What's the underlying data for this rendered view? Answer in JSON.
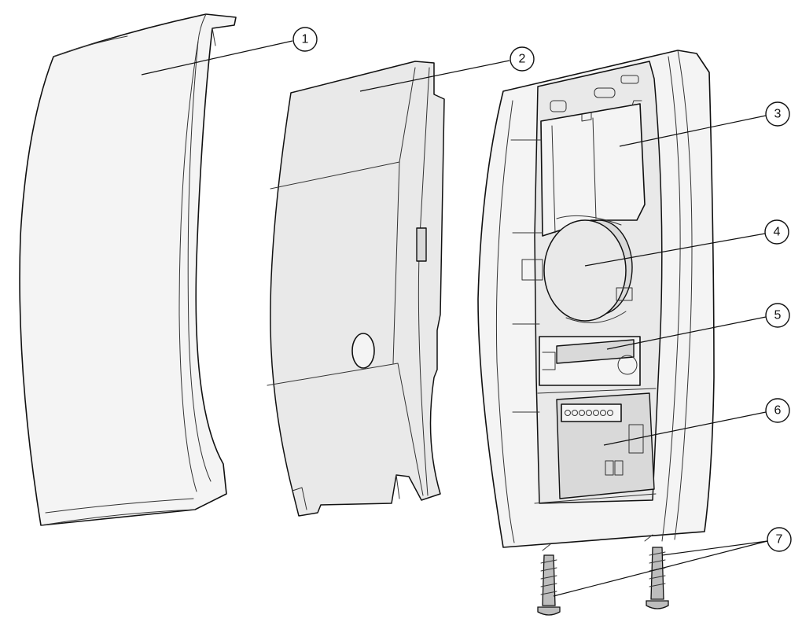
{
  "callouts": [
    {
      "label": "1"
    },
    {
      "label": "2"
    },
    {
      "label": "3"
    },
    {
      "label": "4"
    },
    {
      "label": "5"
    },
    {
      "label": "6"
    },
    {
      "label": "7"
    }
  ],
  "colors": {
    "line": "#111111",
    "housing_fill": "#f4f4f4",
    "inner_fill": "#e9e9e9",
    "part_fill": "#d9d9d9",
    "background": "#ffffff"
  }
}
